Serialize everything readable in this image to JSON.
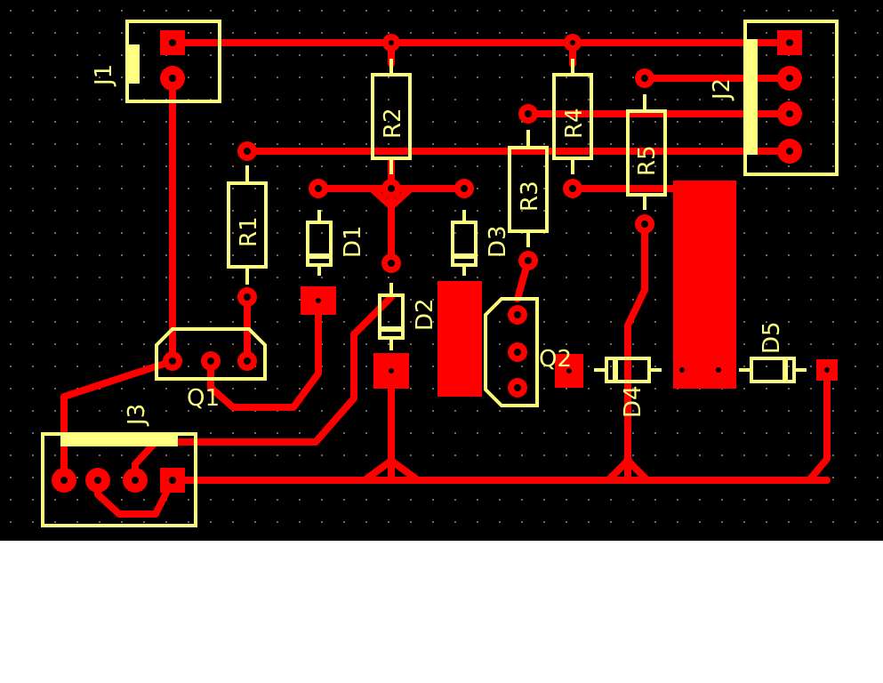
{
  "colors": {
    "board_background": "#000000",
    "grid_dots": "#6b6b6b",
    "copper": "#ff0000",
    "silkscreen": "#ffff80",
    "drill_hole": "#000000",
    "page_background": "#ffffff"
  },
  "components": {
    "J1": "J1",
    "J2": "J2",
    "J3": "J3",
    "R1": "R1",
    "R2": "R2",
    "R3": "R3",
    "R4": "R4",
    "R5": "R5",
    "D1": "D1",
    "D2": "D2",
    "D3": "D3",
    "D4": "D4",
    "D5": "D5",
    "Q1": "Q1",
    "Q2": "Q2"
  }
}
